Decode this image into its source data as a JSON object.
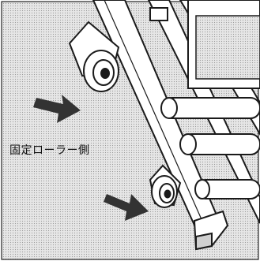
{
  "figure": {
    "caption": "固定ローラー側",
    "parts": {
      "frame": "ladder-frame",
      "upper_roller": "roller-wheel",
      "lower_roller": "roller-wheel",
      "foot": "foot-pad",
      "arrows": "pointer-arrow"
    },
    "colors": {
      "background": "#ffffff",
      "halftone": "#d9d9d9",
      "line": "#1a1a1a",
      "arrow": "#333333"
    }
  }
}
